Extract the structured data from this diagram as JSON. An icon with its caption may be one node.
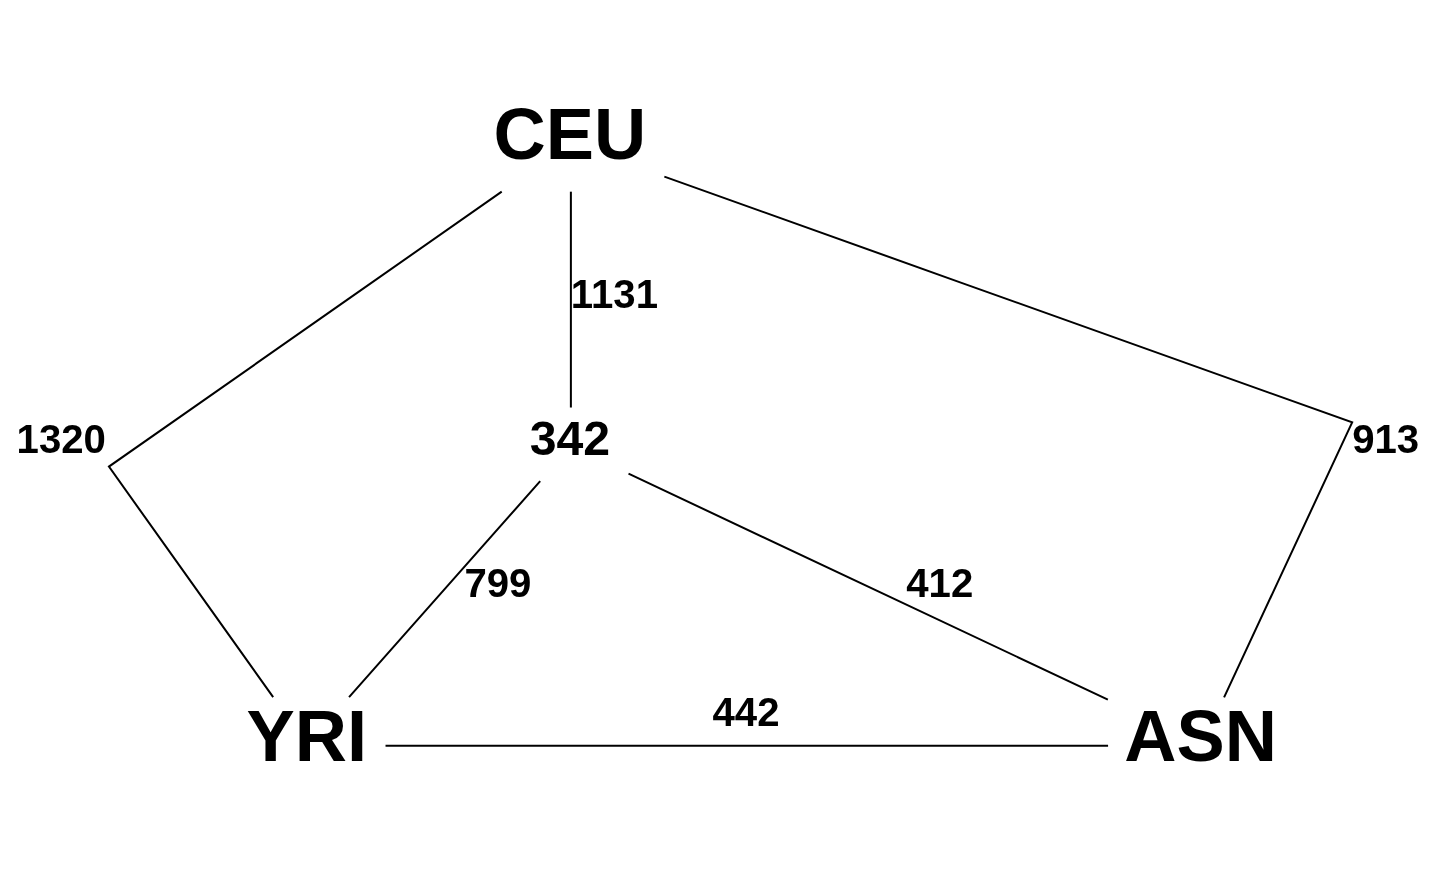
{
  "diagram": {
    "nodes": [
      {
        "text": [
          "CEU"
        ]
      },
      {
        "text": [
          "342"
        ]
      },
      {
        "text": [
          "YRI"
        ]
      },
      {
        "text": [
          "ASN"
        ]
      }
    ],
    "edges": [
      {
        "from": 0,
        "to": 2,
        "arrow": "none",
        "label": "1320"
      },
      {
        "from": 0,
        "to": 3,
        "arrow": "none",
        "label": "913"
      },
      {
        "from": 0,
        "to": 1,
        "arrow": "none",
        "label": "1131"
      },
      {
        "from": 1,
        "to": 2,
        "arrow": "none",
        "label": "799"
      },
      {
        "from": 1,
        "to": 3,
        "arrow": "none",
        "label": "412"
      },
      {
        "from": 2,
        "to": 3,
        "arrow": "none",
        "label": "442"
      }
    ]
  }
}
